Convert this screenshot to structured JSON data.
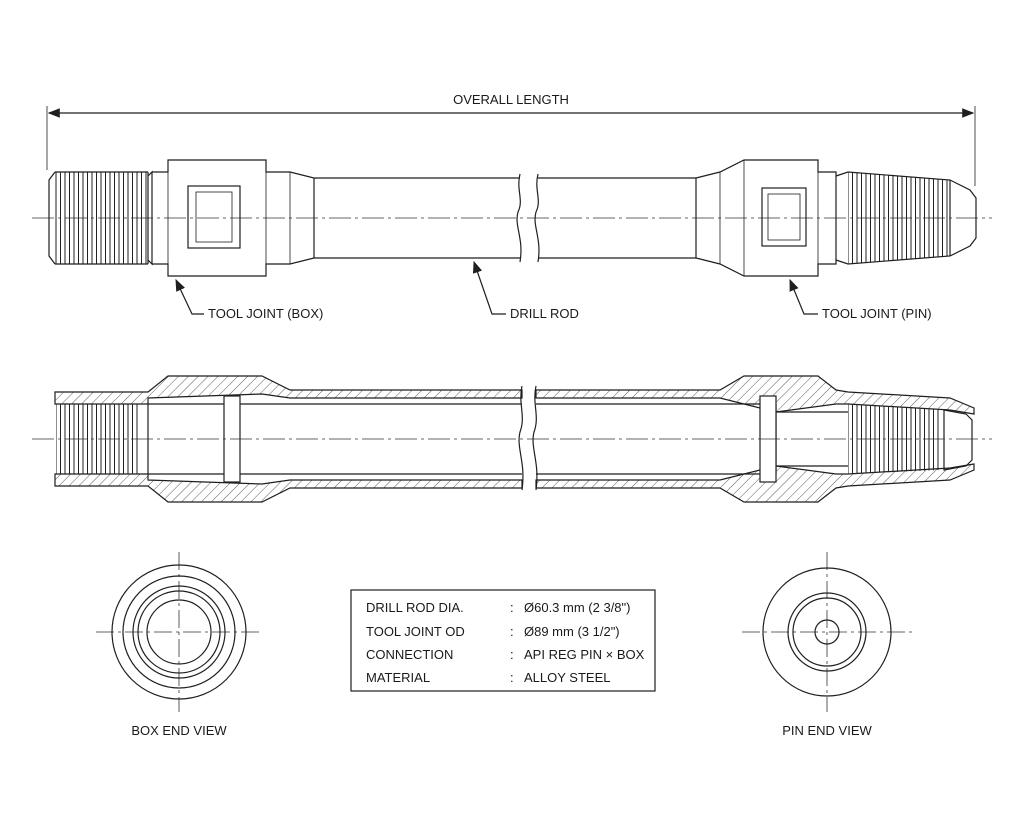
{
  "drawing": {
    "overall_length_label": "OVERALL LENGTH",
    "callouts": {
      "box": "TOOL JOINT (BOX)",
      "rod": "DRILL ROD",
      "pin": "TOOL JOINT (PIN)"
    },
    "views": {
      "box_end": "BOX END VIEW",
      "pin_end": "PIN END VIEW"
    },
    "specs": [
      {
        "label": "DRILL ROD DIA.",
        "sep": ":",
        "value": "Ø60.3 mm (2 3/8\")"
      },
      {
        "label": "TOOL JOINT OD",
        "sep": ":",
        "value": "Ø89 mm (3 1/2\")"
      },
      {
        "label": "CONNECTION",
        "sep": ":",
        "value": "API REG PIN × BOX"
      },
      {
        "label": "MATERIAL",
        "sep": ":",
        "value": "ALLOY STEEL"
      }
    ]
  }
}
